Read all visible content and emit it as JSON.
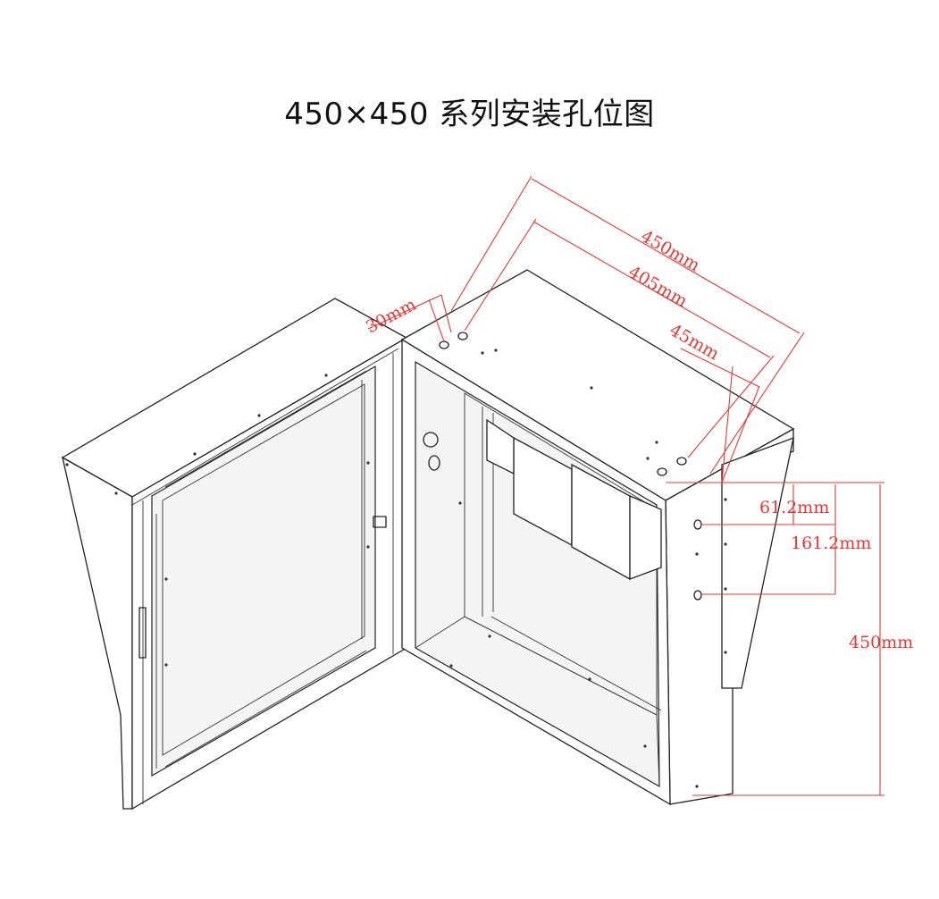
{
  "title": "450×450 系列安装孔位图",
  "colors": {
    "dimension": "#e53935",
    "outline": "#222222",
    "background": "#ffffff"
  },
  "dimensions": {
    "top_width": "450mm",
    "hole_spacing_top": "405mm",
    "right_offset_top": "45mm",
    "left_offset_top": "30mm",
    "side_first_hole": "61.2mm",
    "side_second_hole": "161.2mm",
    "side_height": "450mm"
  }
}
